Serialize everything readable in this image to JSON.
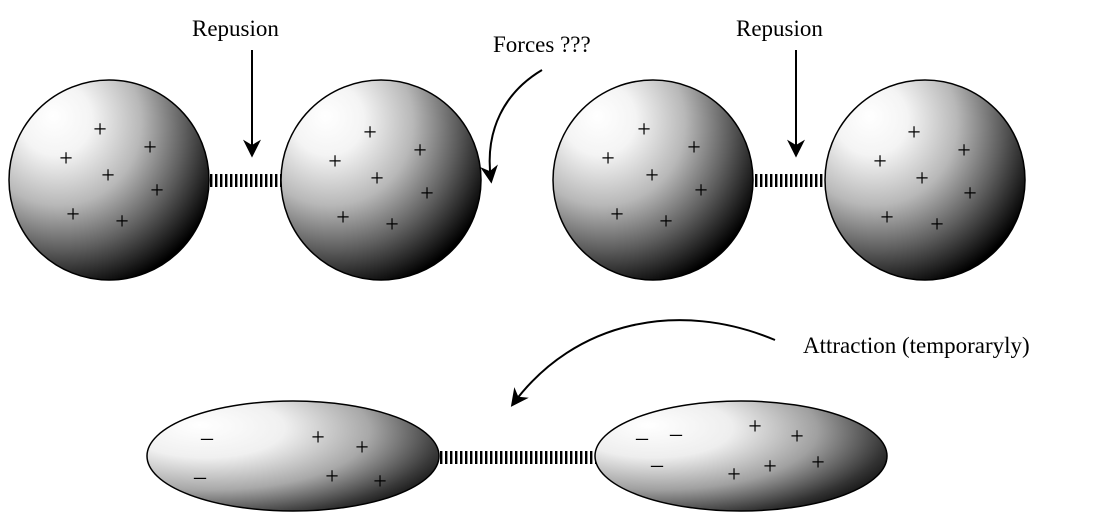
{
  "labels": {
    "repulsion_left": "Repusion",
    "repulsion_right": "Repusion",
    "forces": "Forces ???",
    "attraction": "Attraction (temporaryly)"
  },
  "signs": {
    "plus": "+",
    "minus": "–"
  },
  "colors": {
    "ink": "#000000",
    "highlight": "#ffffff",
    "shadow": "#000000"
  }
}
